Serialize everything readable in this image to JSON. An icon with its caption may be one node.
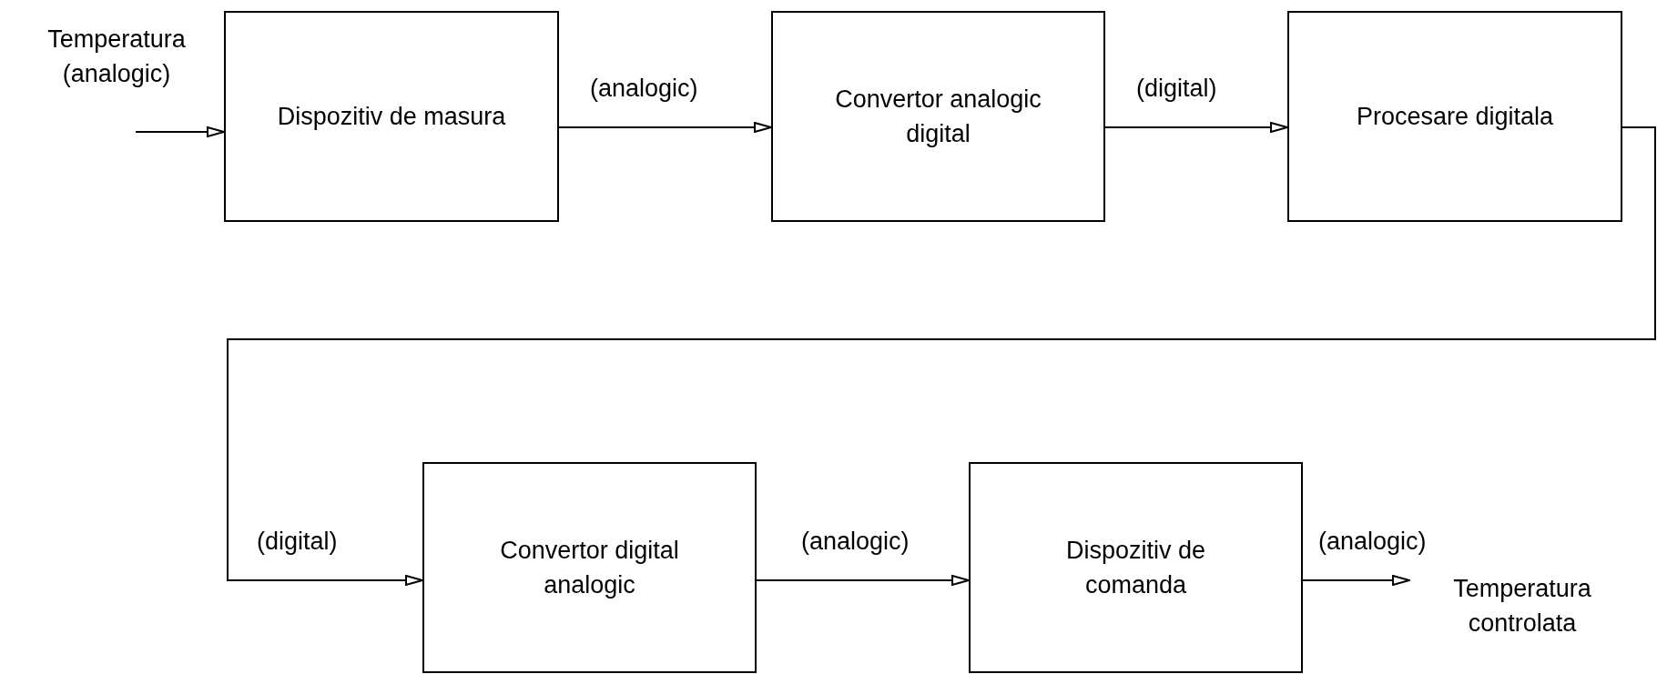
{
  "diagram": {
    "nodes": [
      {
        "text": [
          "Dispozitiv de masura"
        ]
      },
      {
        "text": [
          "Convertor analogic digital"
        ]
      },
      {
        "text": [
          "Procesare digitala"
        ]
      },
      {
        "text": [
          "Convertor digital analogic"
        ]
      },
      {
        "text": [
          "Dispozitiv de comanda"
        ]
      },
      {
        "text": [
          "Temperatura controlata"
        ]
      }
    ],
    "edges": [
      {
        "from": null,
        "to": 0,
        "arrow": "to",
        "label": "Temperatura (analogic)"
      },
      {
        "from": 0,
        "to": 1,
        "arrow": "to",
        "label": "(analogic)"
      },
      {
        "from": 1,
        "to": 2,
        "arrow": "to",
        "label": "(digital)"
      },
      {
        "from": 2,
        "to": 3,
        "arrow": "to",
        "label": "(digital)"
      },
      {
        "from": 3,
        "to": 4,
        "arrow": "to",
        "label": "(analogic)"
      },
      {
        "from": 4,
        "to": 5,
        "arrow": "to",
        "label": "(analogic)"
      }
    ]
  }
}
